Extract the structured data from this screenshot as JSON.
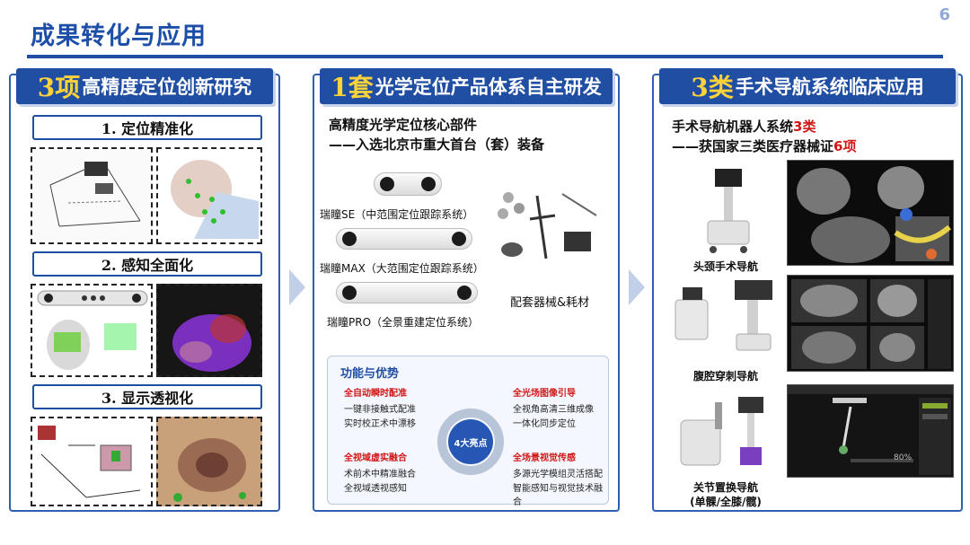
{
  "page": {
    "title": "成果转化与应用",
    "number": "6"
  },
  "col1": {
    "banner": {
      "big": "3项",
      "rest": "高精度定位创新研究"
    },
    "sections": [
      "1. 定位精准化",
      "2. 感知全面化",
      "3. 显示透视化"
    ]
  },
  "col2": {
    "banner": {
      "big": "1套",
      "rest": "光学定位产品体系自主研发"
    },
    "line1": "高精度光学定位核心部件",
    "line2": "——入选北京市重大首台（套）装备",
    "devices": [
      "瑞瞳SE（中范围定位跟踪系统）",
      "瑞瞳MAX（大范围定位跟踪系统）",
      "瑞瞳PRO（全景重建定位系统）"
    ],
    "accessories": "配套器械&耗材",
    "features": {
      "title": "功能与优势",
      "center": "4大亮点",
      "groups": [
        {
          "head": "全自动瞬时配准",
          "items": [
            "一键非接触式配准",
            "实时校正术中漂移"
          ]
        },
        {
          "head": "全光场图像引导",
          "items": [
            "全视角高清三维成像",
            "一体化同步定位"
          ]
        },
        {
          "head": "全视域虚实融合",
          "items": [
            "术前术中精准融合",
            "全视域透视感知"
          ]
        },
        {
          "head": "全场景视觉传感",
          "items": [
            "多源光学模组灵活搭配",
            "智能感知与视觉技术融合"
          ]
        }
      ]
    }
  },
  "col3": {
    "banner": {
      "big": "3类",
      "rest": "手术导航系统临床应用"
    },
    "line1_pre": "手术导航机器人系统",
    "line1_red": "3类",
    "line2_pre": "——获国家三类医疗器械证",
    "line2_red": "6项",
    "captions": [
      "头颈手术导航",
      "腹腔穿刺导航",
      "关节置换导航",
      "(单髁/全膝/髋)"
    ],
    "screen_progress": "80%"
  },
  "colors": {
    "primary": "#1f4ea3",
    "accent": "#ffd23a",
    "highlight": "#d01818"
  },
  "icons": [
    "chevron-right-icon"
  ]
}
